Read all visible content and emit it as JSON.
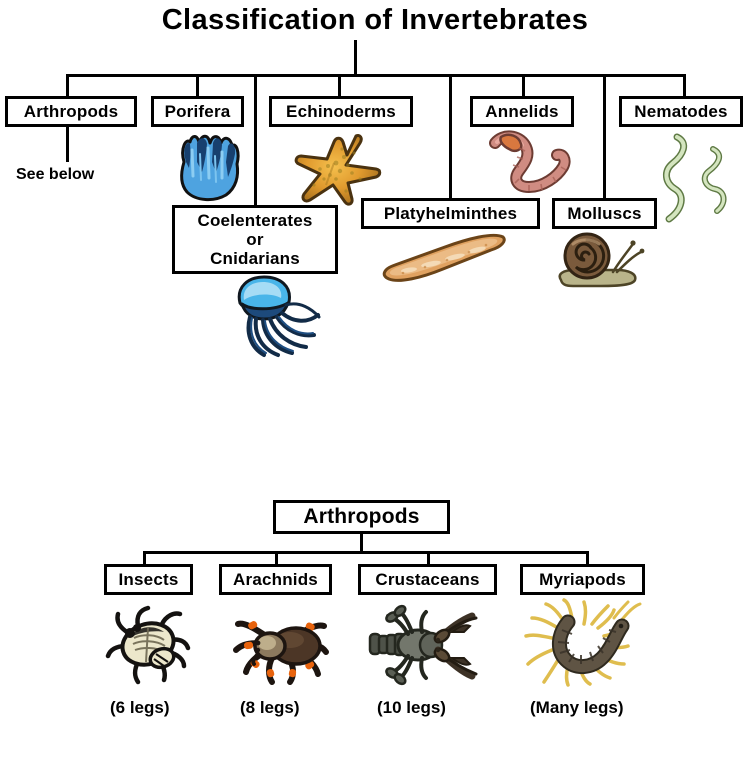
{
  "title": "Classification of Invertebrates",
  "top_chart": {
    "root_label": "Classification of Invertebrates",
    "nodes": [
      {
        "id": "arthropods",
        "label": "Arthropods"
      },
      {
        "id": "porifera",
        "label": "Porifera"
      },
      {
        "id": "coelenterates",
        "label": "Coelenterates or Cnidarians",
        "line1": "Coelenterates",
        "line2": "or",
        "line3": "Cnidarians"
      },
      {
        "id": "echinoderms",
        "label": "Echinoderms"
      },
      {
        "id": "platyhelminthes",
        "label": "Platyhelminthes"
      },
      {
        "id": "annelids",
        "label": "Annelids"
      },
      {
        "id": "molluscs",
        "label": "Molluscs"
      },
      {
        "id": "nematodes",
        "label": "Nematodes"
      }
    ],
    "arthropods_note": "See below",
    "illustrations": [
      {
        "id": "sponge",
        "name": "sponge-illustration",
        "for": "porifera"
      },
      {
        "id": "jellyfish",
        "name": "jellyfish-illustration",
        "for": "coelenterates"
      },
      {
        "id": "starfish",
        "name": "starfish-illustration",
        "for": "echinoderms"
      },
      {
        "id": "flatworm",
        "name": "flatworm-illustration",
        "for": "platyhelminthes"
      },
      {
        "id": "earthworm",
        "name": "earthworm-illustration",
        "for": "annelids"
      },
      {
        "id": "snail",
        "name": "snail-illustration",
        "for": "molluscs"
      },
      {
        "id": "roundworm",
        "name": "roundworm-illustration",
        "for": "nematodes"
      }
    ]
  },
  "bottom_chart": {
    "root_label": "Arthropods",
    "nodes": [
      {
        "id": "insects",
        "label": "Insects",
        "legs": "(6 legs)"
      },
      {
        "id": "arachnids",
        "label": "Arachnids",
        "legs": "(8 legs)"
      },
      {
        "id": "crustaceans",
        "label": "Crustaceans",
        "legs": "(10 legs)"
      },
      {
        "id": "myriapods",
        "label": "Myriapods",
        "legs": "(Many legs)"
      }
    ],
    "illustrations": [
      {
        "id": "beetle",
        "name": "beetle-illustration",
        "for": "insects"
      },
      {
        "id": "tarantula",
        "name": "tarantula-illustration",
        "for": "arachnids"
      },
      {
        "id": "crayfish",
        "name": "crayfish-illustration",
        "for": "crustaceans"
      },
      {
        "id": "centipede",
        "name": "centipede-illustration",
        "for": "myriapods"
      }
    ]
  },
  "colors": {
    "line": "#000000",
    "box_fill": "#ffffff",
    "text": "#000000",
    "sponge_light": "#63b3e8",
    "sponge_dark": "#1b4f8a",
    "jellyfish_bell": "#4fb8ea",
    "jellyfish_body": "#11294a",
    "starfish_light": "#f0a83a",
    "starfish_dark": "#a96c1c",
    "flatworm": "#e2a55f",
    "earthworm": "#cf8b80",
    "snail_shell": "#6b4b32",
    "snail_body": "#b8b288",
    "roundworm": "#cfe0bd",
    "beetle_body": "#ece7cb",
    "tarantula": "#5d4433",
    "tarantula_accent": "#e8630d",
    "crayfish": "#6e7269",
    "centipede_body": "#5e5344",
    "centipede_legs": "#e0bd4e"
  }
}
